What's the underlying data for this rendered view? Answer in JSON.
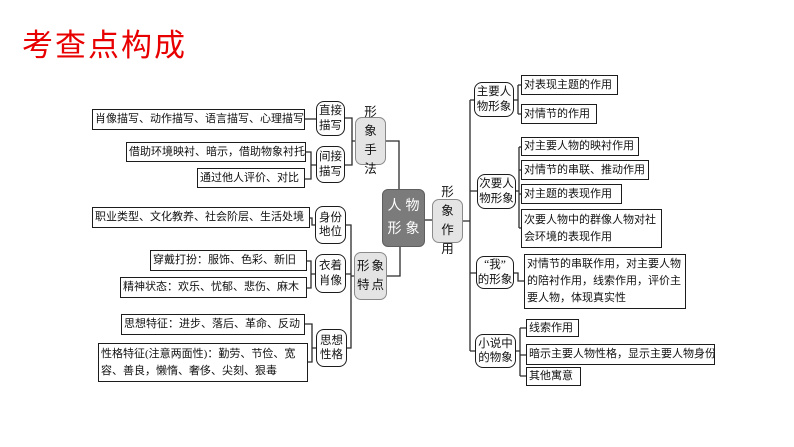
{
  "title": "考查点构成",
  "colors": {
    "title_red": "#e80000",
    "root_bg": "#7b7b7b",
    "root_text": "#ffffff",
    "mid_node_bg": "#e4e4e4",
    "box_border": "#1c1c1c"
  },
  "root": {
    "label": "人物\n形象"
  },
  "left": {
    "methods": {
      "label": "形象\n手法",
      "direct": {
        "label": "直接\n描写",
        "leaf1": "肖像描写、动作描写、语言描写、心理描写"
      },
      "indirect": {
        "label": "间接\n描写",
        "leaf1": "借助环境映衬、暗示，借助物象衬托",
        "leaf2": "通过他人评价、对比"
      }
    },
    "traits": {
      "label": "形象\n特点",
      "identity": {
        "label": "身份\n地位",
        "leaf1": "职业类型、文化教养、社会阶层、生活处境"
      },
      "appearance": {
        "label": "衣着\n肖像",
        "leaf1": "穿戴打扮：服饰、色彩、新旧",
        "leaf2": "精神状态：欢乐、忧郁、悲伤、麻木"
      },
      "mind": {
        "label": "思想\n性格",
        "leaf1": "思想特征：进步、落后、革命、反动",
        "leaf2": "性格特征(注意两面性)：勤劳、节俭、宽容、善良，懒惰、奢侈、尖刻、狠毒"
      }
    }
  },
  "right": {
    "function": {
      "label": "形象\n作用",
      "main": {
        "label": "主要人\n物形象",
        "leaf1": "对表现主题的作用",
        "leaf2": "对情节的作用"
      },
      "secondary": {
        "label": "次要人\n物形象",
        "leaf1": "对主要人物的映衬作用",
        "leaf2": "对情节的串联、推动作用",
        "leaf3": "对主题的表现作用",
        "leaf4": "次要人物中的群像人物对社会环境的表现作用"
      },
      "narrator": {
        "label": "“我”\n的形象",
        "leaf1": "对情节的串联作用，对主要人物的陪衬作用，线索作用，评价主要人物，体现真实性"
      },
      "objects": {
        "label": "小说中\n的物象",
        "leaf1": "线索作用",
        "leaf2": "暗示主要人物性格，显示主要人物身份",
        "leaf3": "其他寓意"
      }
    }
  }
}
